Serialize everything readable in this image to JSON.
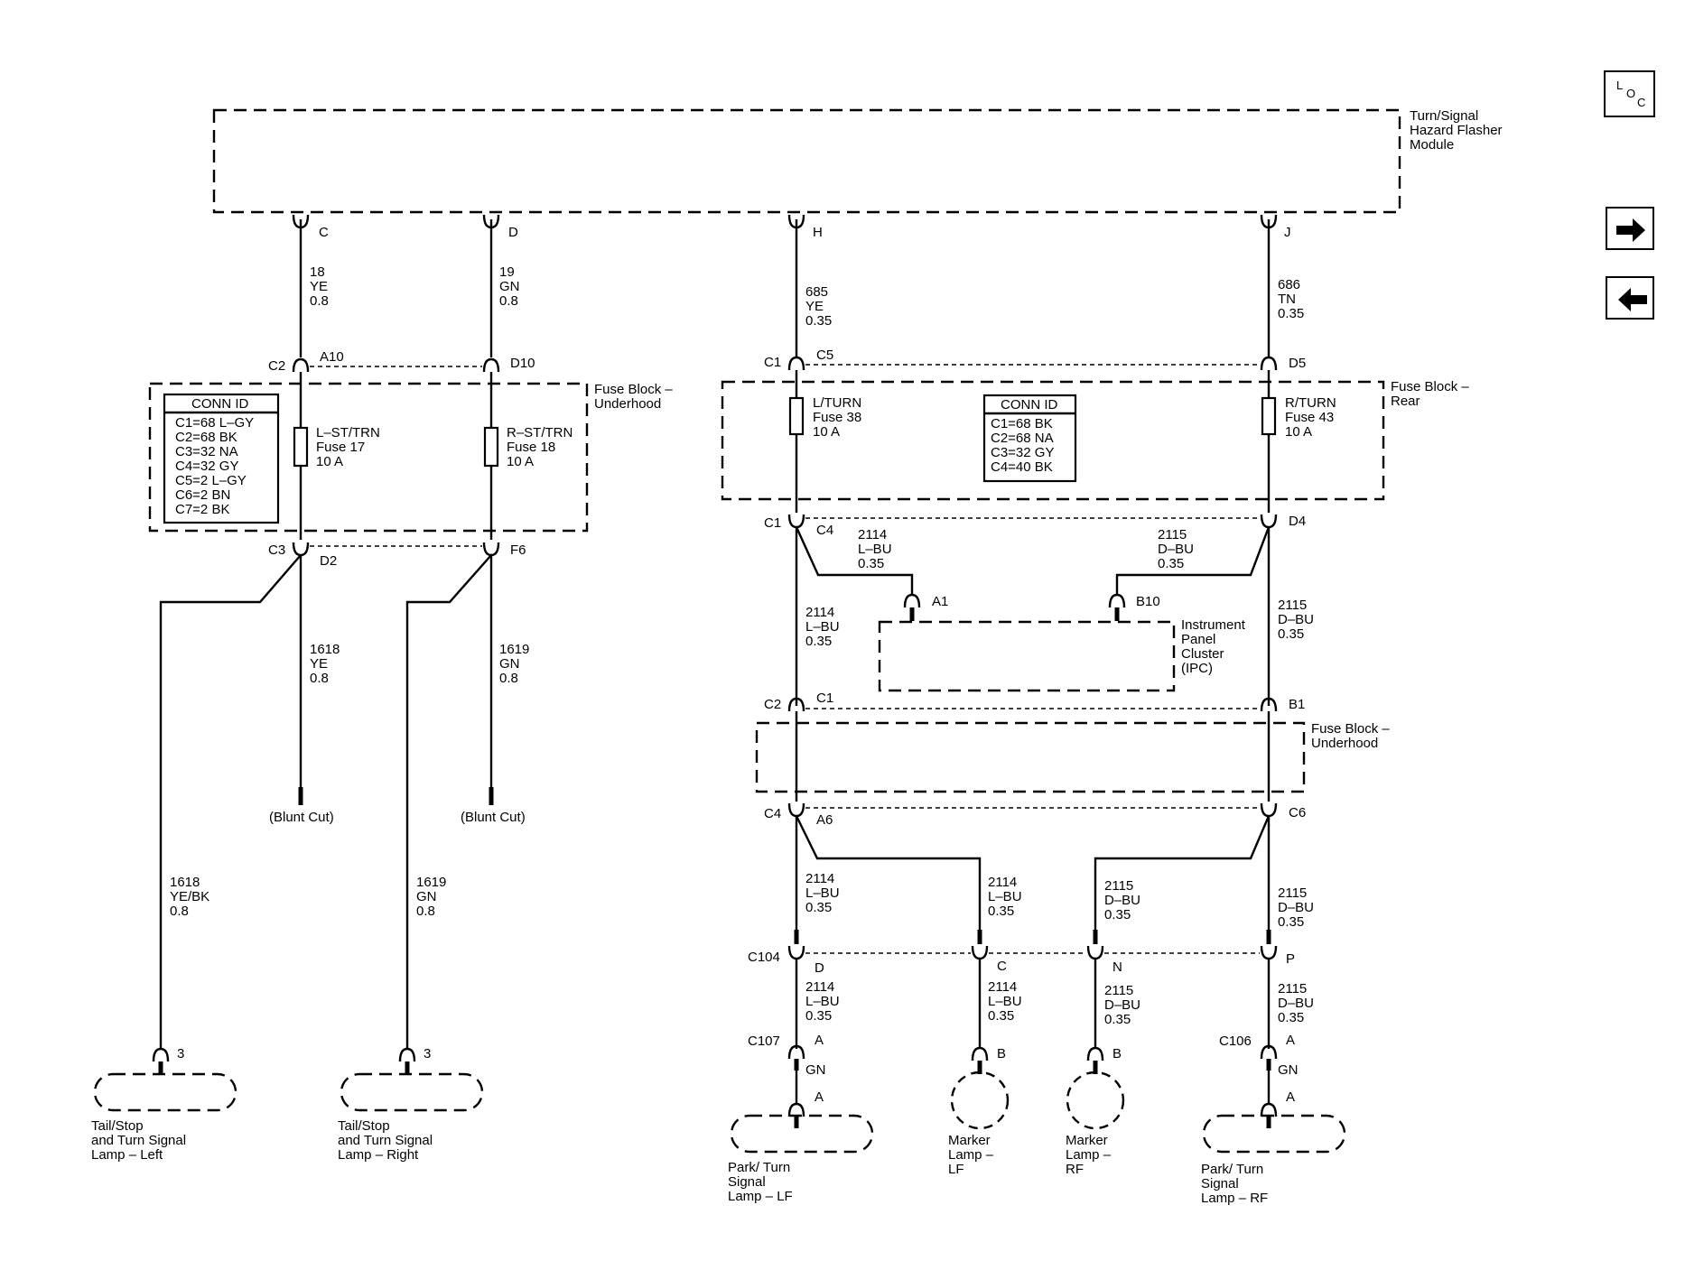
{
  "nav": {
    "loc": [
      "L",
      "O",
      "C"
    ],
    "next_icon": "arrow-right-icon",
    "prev_icon": "arrow-left-icon"
  },
  "module": [
    "Turn/Signal",
    "Hazard Flasher",
    "Module"
  ],
  "module_pins": [
    "C",
    "D",
    "H",
    "J"
  ],
  "circuits": {
    "c18": [
      "18",
      "YE",
      "0.8"
    ],
    "c19": [
      "19",
      "GN",
      "0.8"
    ],
    "c685": [
      "685",
      "YE",
      "0.35"
    ],
    "c686": [
      "686",
      "TN",
      "0.35"
    ],
    "c1618": [
      "1618",
      "YE",
      "0.8"
    ],
    "c1619": [
      "1619",
      "GN",
      "0.8"
    ],
    "c1618b": [
      "1618",
      "YE/BK",
      "0.8"
    ],
    "c1619b": [
      "1619",
      "GN",
      "0.8"
    ],
    "c2114a": [
      "2114",
      "L–BU",
      "0.35"
    ],
    "c2115a": [
      "2115",
      "D–BU",
      "0.35"
    ],
    "c2114b": [
      "2114",
      "L–BU",
      "0.35"
    ],
    "c2115b": [
      "2115",
      "D–BU",
      "0.35"
    ],
    "c2114c": [
      "2114",
      "L–BU",
      "0.35"
    ],
    "c2114d": [
      "2114",
      "L–BU",
      "0.35"
    ],
    "c2115c": [
      "2115",
      "D–BU",
      "0.35"
    ],
    "c2115d": [
      "2115",
      "D–BU",
      "0.35"
    ],
    "c2114e": [
      "2114",
      "L–BU",
      "0.35"
    ],
    "c2114f": [
      "2114",
      "L–BU",
      "0.35"
    ],
    "c2115e": [
      "2115",
      "D–BU",
      "0.35"
    ],
    "c2115f": [
      "2115",
      "D–BU",
      "0.35"
    ],
    "gn_lf": "GN",
    "gn_rf": "GN"
  },
  "fuse_block_underhood": {
    "label": [
      "Fuse Block –",
      "Underhood"
    ],
    "conn_id_title": "CONN ID",
    "conn_id": [
      "C1=68 L–GY",
      "C2=68 BK",
      "C3=32 NA",
      "C4=32 GY",
      "C5=2 L–GY",
      "C6=2 BN",
      "C7=2 BK"
    ],
    "fuse_left": [
      "L–ST/TRN",
      "Fuse 17",
      "10 A"
    ],
    "fuse_right": [
      "R–ST/TRN",
      "Fuse 18",
      "10 A"
    ],
    "top_conn": "C2",
    "top_pins": [
      "A10",
      "D10"
    ],
    "bottom_conn": "C3",
    "bottom_pins": [
      "D2",
      "F6"
    ]
  },
  "fuse_block_rear": {
    "label": [
      "Fuse Block –",
      "Rear"
    ],
    "conn_id_title": "CONN ID",
    "conn_id": [
      "C1=68 BK",
      "C2=68 NA",
      "C3=32 GY",
      "C4=40 BK"
    ],
    "fuse_left": [
      "L/TURN",
      "Fuse 38",
      "10 A"
    ],
    "fuse_right": [
      "R/TURN",
      "Fuse 43",
      "10 A"
    ],
    "top_conn": "C1",
    "top_pins": [
      "C5",
      "D5"
    ],
    "bottom_conn": "C1",
    "bottom_pins": [
      "C4",
      "D4"
    ]
  },
  "ipc": {
    "label": [
      "Instrument",
      "Panel",
      "Cluster",
      "(IPC)"
    ],
    "pins": [
      "A1",
      "B10"
    ]
  },
  "fuse_block_underhood2": {
    "label": [
      "Fuse Block –",
      "Underhood"
    ],
    "top_conn": "C2",
    "top_pins": [
      "C1",
      "B1"
    ],
    "bottom_conn": "C4",
    "bottom_pins": [
      "A6",
      "C6"
    ]
  },
  "blunt_cut": [
    "(Blunt Cut)",
    "(Blunt Cut)"
  ],
  "c104": {
    "name": "C104",
    "pins": [
      "D",
      "C",
      "N",
      "P"
    ]
  },
  "c107": {
    "name": "C107",
    "pin": "A"
  },
  "c106": {
    "name": "C106",
    "pin": "A"
  },
  "lamp_pins": {
    "tail_left": "3",
    "tail_right": "3",
    "park_lf": "A",
    "marker_lf": "B",
    "marker_rf": "B",
    "park_rf": "A"
  },
  "lamps": {
    "tail_left": [
      "Tail/Stop",
      "and Turn Signal",
      "Lamp – Left"
    ],
    "tail_right": [
      "Tail/Stop",
      "and Turn Signal",
      "Lamp – Right"
    ],
    "park_lf": [
      "Park/ Turn",
      "Signal",
      "Lamp – LF"
    ],
    "marker_lf": [
      "Marker",
      "Lamp –",
      "LF"
    ],
    "marker_rf": [
      "Marker",
      "Lamp –",
      "RF"
    ],
    "park_rf": [
      "Park/ Turn",
      "Signal",
      "Lamp – RF"
    ]
  }
}
